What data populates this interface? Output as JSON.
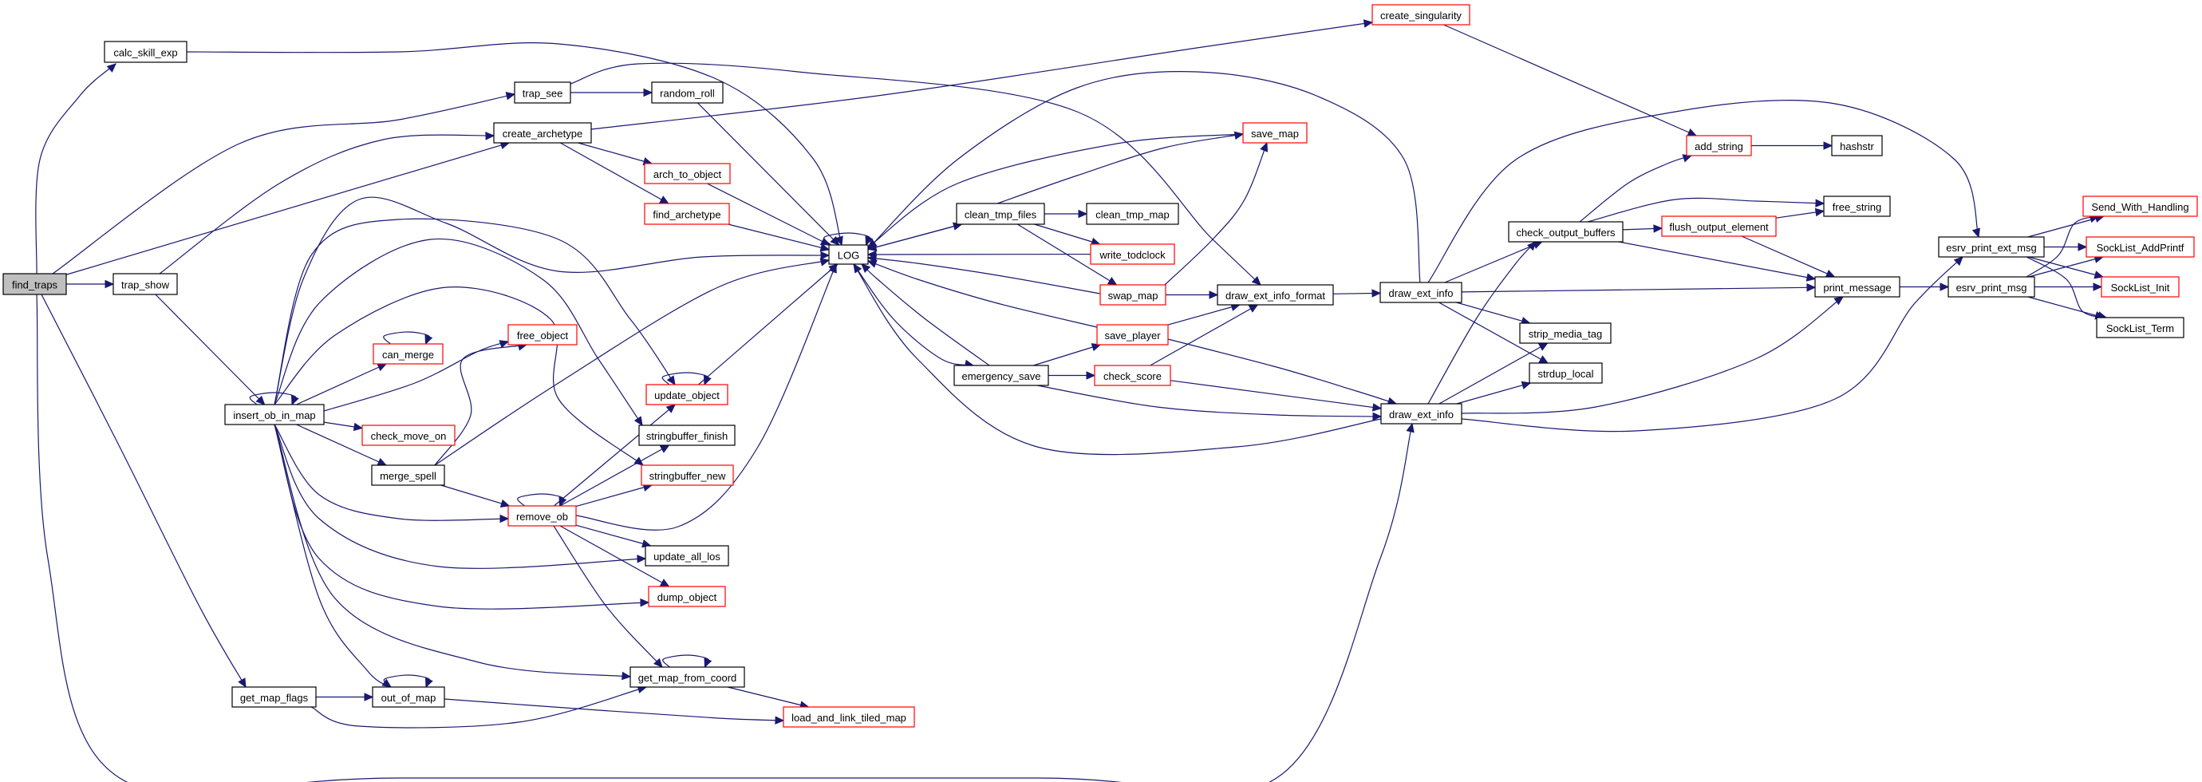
{
  "graph": {
    "title": "find_traps call graph",
    "colors": {
      "edge": "#191970",
      "node_border": "#000000",
      "truncated_border": "#ff0000",
      "root_fill": "#bfbfbf"
    },
    "nodes": [
      {
        "id": "find_traps",
        "label": "find_traps",
        "style": "root"
      },
      {
        "id": "calc_skill_exp",
        "label": "calc_skill_exp",
        "style": "normal"
      },
      {
        "id": "trap_see",
        "label": "trap_see",
        "style": "normal"
      },
      {
        "id": "random_roll",
        "label": "random_roll",
        "style": "normal"
      },
      {
        "id": "create_archetype",
        "label": "create_archetype",
        "style": "normal"
      },
      {
        "id": "trap_show",
        "label": "trap_show",
        "style": "normal"
      },
      {
        "id": "arch_to_object",
        "label": "arch_to_object",
        "style": "truncated"
      },
      {
        "id": "find_archetype",
        "label": "find_archetype",
        "style": "truncated"
      },
      {
        "id": "LOG",
        "label": "LOG",
        "style": "normal"
      },
      {
        "id": "insert_ob_in_map",
        "label": "insert_ob_in_map",
        "style": "normal"
      },
      {
        "id": "can_merge",
        "label": "can_merge",
        "style": "truncated"
      },
      {
        "id": "free_object",
        "label": "free_object",
        "style": "truncated"
      },
      {
        "id": "check_move_on",
        "label": "check_move_on",
        "style": "truncated"
      },
      {
        "id": "merge_spell",
        "label": "merge_spell",
        "style": "normal"
      },
      {
        "id": "remove_ob",
        "label": "remove_ob",
        "style": "truncated"
      },
      {
        "id": "update_object",
        "label": "update_object",
        "style": "truncated"
      },
      {
        "id": "stringbuffer_finish",
        "label": "stringbuffer_finish",
        "style": "normal"
      },
      {
        "id": "stringbuffer_new",
        "label": "stringbuffer_new",
        "style": "truncated"
      },
      {
        "id": "update_all_los",
        "label": "update_all_los",
        "style": "normal"
      },
      {
        "id": "dump_object",
        "label": "dump_object",
        "style": "truncated"
      },
      {
        "id": "get_map_flags",
        "label": "get_map_flags",
        "style": "normal"
      },
      {
        "id": "out_of_map",
        "label": "out_of_map",
        "style": "normal"
      },
      {
        "id": "get_map_from_coord",
        "label": "get_map_from_coord",
        "style": "normal"
      },
      {
        "id": "load_and_link_tiled_map",
        "label": "load_and_link_tiled_map",
        "style": "truncated"
      },
      {
        "id": "create_singularity",
        "label": "create_singularity",
        "style": "truncated"
      },
      {
        "id": "save_map",
        "label": "save_map",
        "style": "truncated"
      },
      {
        "id": "clean_tmp_files",
        "label": "clean_tmp_files",
        "style": "normal"
      },
      {
        "id": "clean_tmp_map",
        "label": "clean_tmp_map",
        "style": "normal"
      },
      {
        "id": "write_todclock",
        "label": "write_todclock",
        "style": "truncated"
      },
      {
        "id": "swap_map",
        "label": "swap_map",
        "style": "truncated"
      },
      {
        "id": "draw_ext_info_format",
        "label": "draw_ext_info_format",
        "style": "normal"
      },
      {
        "id": "save_player",
        "label": "save_player",
        "style": "truncated"
      },
      {
        "id": "emergency_save",
        "label": "emergency_save",
        "style": "normal"
      },
      {
        "id": "check_score",
        "label": "check_score",
        "style": "truncated"
      },
      {
        "id": "draw_ext_info_a",
        "label": "draw_ext_info",
        "style": "normal"
      },
      {
        "id": "draw_ext_info_b",
        "label": "draw_ext_info",
        "style": "normal"
      },
      {
        "id": "add_string",
        "label": "add_string",
        "style": "truncated"
      },
      {
        "id": "hashstr",
        "label": "hashstr",
        "style": "normal"
      },
      {
        "id": "free_string",
        "label": "free_string",
        "style": "normal"
      },
      {
        "id": "check_output_buffers",
        "label": "check_output_buffers",
        "style": "normal"
      },
      {
        "id": "flush_output_element",
        "label": "flush_output_element",
        "style": "truncated"
      },
      {
        "id": "print_message",
        "label": "print_message",
        "style": "normal"
      },
      {
        "id": "strip_media_tag",
        "label": "strip_media_tag",
        "style": "normal"
      },
      {
        "id": "strdup_local",
        "label": "strdup_local",
        "style": "normal"
      },
      {
        "id": "esrv_print_ext_msg",
        "label": "esrv_print_ext_msg",
        "style": "normal"
      },
      {
        "id": "esrv_print_msg",
        "label": "esrv_print_msg",
        "style": "normal"
      },
      {
        "id": "Send_With_Handling",
        "label": "Send_With_Handling",
        "style": "truncated"
      },
      {
        "id": "SockList_AddPrintf",
        "label": "SockList_AddPrintf",
        "style": "truncated"
      },
      {
        "id": "SockList_Init",
        "label": "SockList_Init",
        "style": "truncated"
      },
      {
        "id": "SockList_Term",
        "label": "SockList_Term",
        "style": "normal"
      }
    ],
    "edges": [
      [
        "find_traps",
        "calc_skill_exp"
      ],
      [
        "find_traps",
        "trap_see"
      ],
      [
        "find_traps",
        "create_archetype"
      ],
      [
        "find_traps",
        "trap_show"
      ],
      [
        "find_traps",
        "get_map_flags"
      ],
      [
        "find_traps",
        "draw_ext_info_b"
      ],
      [
        "calc_skill_exp",
        "LOG"
      ],
      [
        "trap_see",
        "random_roll"
      ],
      [
        "trap_see",
        "draw_ext_info_format"
      ],
      [
        "random_roll",
        "LOG"
      ],
      [
        "create_archetype",
        "create_singularity"
      ],
      [
        "create_archetype",
        "arch_to_object"
      ],
      [
        "create_archetype",
        "find_archetype"
      ],
      [
        "arch_to_object",
        "LOG"
      ],
      [
        "find_archetype",
        "LOG"
      ],
      [
        "trap_show",
        "create_archetype"
      ],
      [
        "trap_show",
        "insert_ob_in_map"
      ],
      [
        "insert_ob_in_map",
        "insert_ob_in_map"
      ],
      [
        "insert_ob_in_map",
        "can_merge"
      ],
      [
        "insert_ob_in_map",
        "free_object"
      ],
      [
        "insert_ob_in_map",
        "check_move_on"
      ],
      [
        "insert_ob_in_map",
        "merge_spell"
      ],
      [
        "insert_ob_in_map",
        "remove_ob"
      ],
      [
        "insert_ob_in_map",
        "update_object"
      ],
      [
        "insert_ob_in_map",
        "stringbuffer_finish"
      ],
      [
        "insert_ob_in_map",
        "stringbuffer_new"
      ],
      [
        "insert_ob_in_map",
        "update_all_los"
      ],
      [
        "insert_ob_in_map",
        "dump_object"
      ],
      [
        "insert_ob_in_map",
        "get_map_from_coord"
      ],
      [
        "insert_ob_in_map",
        "out_of_map"
      ],
      [
        "insert_ob_in_map",
        "LOG"
      ],
      [
        "can_merge",
        "can_merge"
      ],
      [
        "merge_spell",
        "free_object"
      ],
      [
        "merge_spell",
        "remove_ob"
      ],
      [
        "merge_spell",
        "LOG"
      ],
      [
        "remove_ob",
        "remove_ob"
      ],
      [
        "remove_ob",
        "update_object"
      ],
      [
        "remove_ob",
        "stringbuffer_finish"
      ],
      [
        "remove_ob",
        "stringbuffer_new"
      ],
      [
        "remove_ob",
        "update_all_los"
      ],
      [
        "remove_ob",
        "dump_object"
      ],
      [
        "remove_ob",
        "get_map_from_coord"
      ],
      [
        "remove_ob",
        "LOG"
      ],
      [
        "update_object",
        "update_object"
      ],
      [
        "update_object",
        "LOG"
      ],
      [
        "get_map_flags",
        "out_of_map"
      ],
      [
        "get_map_flags",
        "get_map_from_coord"
      ],
      [
        "out_of_map",
        "out_of_map"
      ],
      [
        "out_of_map",
        "load_and_link_tiled_map"
      ],
      [
        "get_map_from_coord",
        "get_map_from_coord"
      ],
      [
        "get_map_from_coord",
        "load_and_link_tiled_map"
      ],
      [
        "LOG",
        "LOG"
      ],
      [
        "LOG",
        "clean_tmp_files"
      ],
      [
        "LOG",
        "emergency_save"
      ],
      [
        "clean_tmp_files",
        "clean_tmp_map"
      ],
      [
        "clean_tmp_files",
        "write_todclock"
      ],
      [
        "clean_tmp_files",
        "swap_map"
      ],
      [
        "clean_tmp_files",
        "save_map"
      ],
      [
        "clean_tmp_files",
        "LOG"
      ],
      [
        "write_todclock",
        "LOG"
      ],
      [
        "swap_map",
        "save_map"
      ],
      [
        "swap_map",
        "draw_ext_info_format"
      ],
      [
        "swap_map",
        "LOG"
      ],
      [
        "save_map",
        "LOG"
      ],
      [
        "emergency_save",
        "save_player"
      ],
      [
        "emergency_save",
        "check_score"
      ],
      [
        "emergency_save",
        "draw_ext_info_b"
      ],
      [
        "emergency_save",
        "LOG"
      ],
      [
        "save_player",
        "draw_ext_info_format"
      ],
      [
        "save_player",
        "draw_ext_info_b"
      ],
      [
        "save_player",
        "LOG"
      ],
      [
        "check_score",
        "draw_ext_info_format"
      ],
      [
        "check_score",
        "draw_ext_info_b"
      ],
      [
        "draw_ext_info_format",
        "draw_ext_info_a"
      ],
      [
        "draw_ext_info_a",
        "check_output_buffers"
      ],
      [
        "draw_ext_info_a",
        "print_message"
      ],
      [
        "draw_ext_info_a",
        "strip_media_tag"
      ],
      [
        "draw_ext_info_a",
        "strdup_local"
      ],
      [
        "draw_ext_info_a",
        "esrv_print_ext_msg"
      ],
      [
        "draw_ext_info_a",
        "LOG"
      ],
      [
        "draw_ext_info_b",
        "check_output_buffers"
      ],
      [
        "draw_ext_info_b",
        "strip_media_tag"
      ],
      [
        "draw_ext_info_b",
        "strdup_local"
      ],
      [
        "draw_ext_info_b",
        "print_message"
      ],
      [
        "draw_ext_info_b",
        "esrv_print_ext_msg"
      ],
      [
        "draw_ext_info_b",
        "LOG"
      ],
      [
        "create_singularity",
        "add_string"
      ],
      [
        "check_output_buffers",
        "add_string"
      ],
      [
        "check_output_buffers",
        "free_string"
      ],
      [
        "check_output_buffers",
        "flush_output_element"
      ],
      [
        "check_output_buffers",
        "print_message"
      ],
      [
        "flush_output_element",
        "free_string"
      ],
      [
        "flush_output_element",
        "print_message"
      ],
      [
        "add_string",
        "hashstr"
      ],
      [
        "print_message",
        "esrv_print_msg"
      ],
      [
        "esrv_print_ext_msg",
        "Send_With_Handling"
      ],
      [
        "esrv_print_ext_msg",
        "SockList_AddPrintf"
      ],
      [
        "esrv_print_ext_msg",
        "SockList_Init"
      ],
      [
        "esrv_print_ext_msg",
        "SockList_Term"
      ],
      [
        "esrv_print_msg",
        "Send_With_Handling"
      ],
      [
        "esrv_print_msg",
        "SockList_AddPrintf"
      ],
      [
        "esrv_print_msg",
        "SockList_Init"
      ],
      [
        "esrv_print_msg",
        "SockList_Term"
      ]
    ]
  }
}
